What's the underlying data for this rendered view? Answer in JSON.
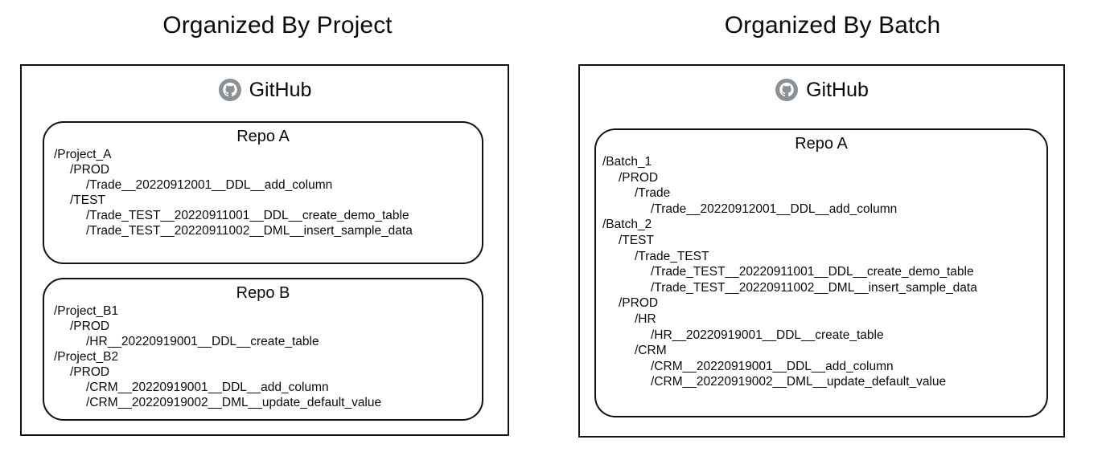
{
  "panels": [
    {
      "title": "Organized By Project",
      "host": {
        "name": "GitHub",
        "icon": "github-icon",
        "icon_color": "#8c9196"
      },
      "repos": [
        {
          "title": "Repo A",
          "lines": [
            {
              "text": "/Project_A",
              "indent": 0
            },
            {
              "text": "/PROD",
              "indent": 1
            },
            {
              "text": "/Trade__20220912001__DDL__add_column",
              "indent": 2
            },
            {
              "text": "/TEST",
              "indent": 1
            },
            {
              "text": "/Trade_TEST__20220911001__DDL__create_demo_table",
              "indent": 2
            },
            {
              "text": "/Trade_TEST__20220911002__DML__insert_sample_data",
              "indent": 2
            }
          ]
        },
        {
          "title": "Repo B",
          "lines": [
            {
              "text": "/Project_B1",
              "indent": 0
            },
            {
              "text": "/PROD",
              "indent": 1
            },
            {
              "text": "/HR__20220919001__DDL__create_table",
              "indent": 2
            },
            {
              "text": "/Project_B2",
              "indent": 0
            },
            {
              "text": "/PROD",
              "indent": 1
            },
            {
              "text": "/CRM__20220919001__DDL__add_column",
              "indent": 2
            },
            {
              "text": "/CRM__20220919002__DML__update_default_value",
              "indent": 2
            }
          ]
        }
      ]
    },
    {
      "title": "Organized By Batch",
      "host": {
        "name": "GitHub",
        "icon": "github-icon",
        "icon_color": "#8c9196"
      },
      "repos": [
        {
          "title": "Repo A",
          "lines": [
            {
              "text": "/Batch_1",
              "indent": 0
            },
            {
              "text": "/PROD",
              "indent": 1
            },
            {
              "text": "/Trade",
              "indent": 2
            },
            {
              "text": "/Trade__20220912001__DDL__add_column",
              "indent": 3
            },
            {
              "text": "/Batch_2",
              "indent": 0
            },
            {
              "text": "/TEST",
              "indent": 1
            },
            {
              "text": "/Trade_TEST",
              "indent": 2
            },
            {
              "text": "/Trade_TEST__20220911001__DDL__create_demo_table",
              "indent": 3
            },
            {
              "text": "/Trade_TEST__20220911002__DML__insert_sample_data",
              "indent": 3
            },
            {
              "text": "/PROD",
              "indent": 1
            },
            {
              "text": "/HR",
              "indent": 2
            },
            {
              "text": "/HR__20220919001__DDL__create_table",
              "indent": 3
            },
            {
              "text": "/CRM",
              "indent": 2
            },
            {
              "text": "/CRM__20220919001__DDL__add_column",
              "indent": 3
            },
            {
              "text": "/CRM__20220919002__DML__update_default_value",
              "indent": 3
            }
          ]
        }
      ]
    }
  ],
  "colors": {
    "stroke": "#111111",
    "background": "#ffffff",
    "text": "#0a0a0a",
    "github_gray": "#8c9196"
  }
}
